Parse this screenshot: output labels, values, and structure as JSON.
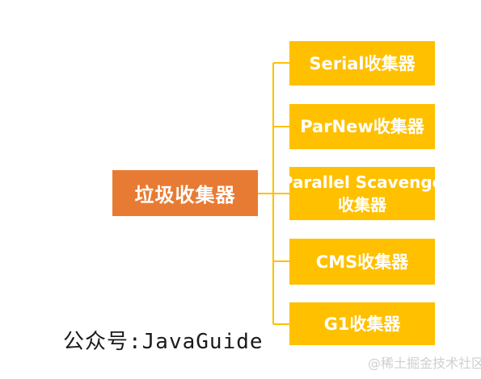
{
  "root": {
    "label": "垃圾收集器"
  },
  "children": [
    {
      "lines": [
        "Serial收集器"
      ]
    },
    {
      "lines": [
        "ParNew收集器"
      ]
    },
    {
      "lines": [
        "Parallel Scavenge",
        "收集器"
      ]
    },
    {
      "lines": [
        "CMS收集器"
      ]
    },
    {
      "lines": [
        "G1收集器"
      ]
    }
  ],
  "caption": "公众号:JavaGuide",
  "watermark": "@稀土掘金技术社区",
  "colors": {
    "root_fill": "#e87b33",
    "child_fill": "#ffc000",
    "connector": "#ffc000",
    "node_text": "#ffffff"
  }
}
